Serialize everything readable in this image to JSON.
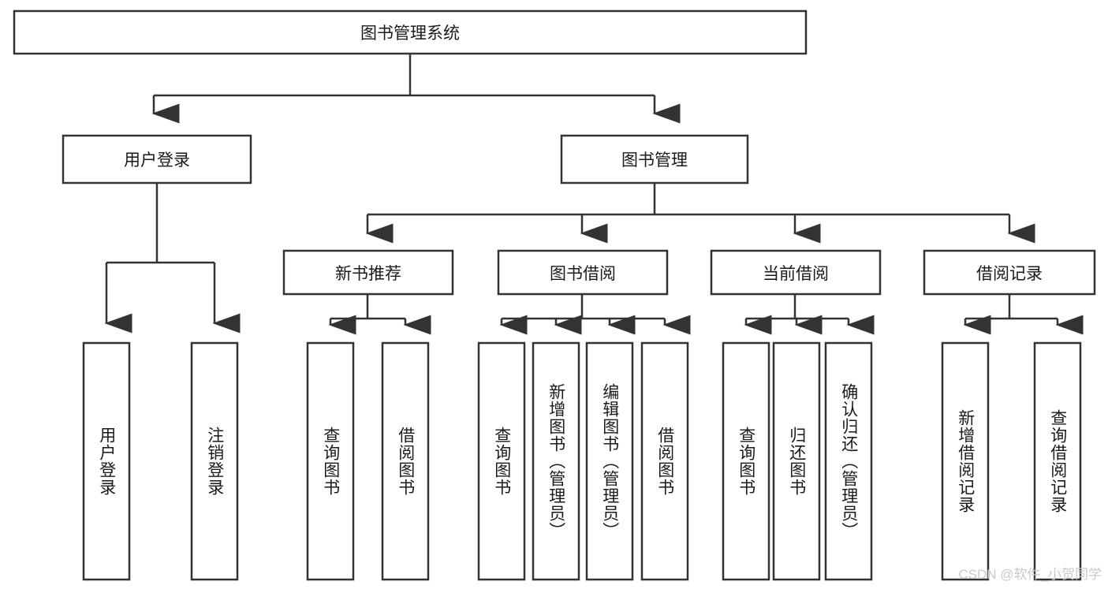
{
  "diagram": {
    "title": "图书管理系统",
    "watermark": "CSDN @软件_小贺同学",
    "colors": {
      "stroke": "#333333",
      "box_fill": "#ffffff",
      "text": "#1a1a1a",
      "watermark": "#c9c9c9",
      "background": "#ffffff"
    },
    "root": {
      "label": "图书管理系统"
    },
    "level2": [
      {
        "label": "用户登录"
      },
      {
        "label": "图书管理"
      }
    ],
    "level3": [
      {
        "label": "新书推荐"
      },
      {
        "label": "图书借阅"
      },
      {
        "label": "当前借阅"
      },
      {
        "label": "借阅记录"
      }
    ],
    "leaves": {
      "user_login": [
        {
          "label": "用户登录"
        },
        {
          "label": "注销登录"
        }
      ],
      "new_book_recommend": [
        {
          "label": "查询图书"
        },
        {
          "label": "借阅图书"
        }
      ],
      "book_borrow": [
        {
          "label": "查询图书"
        },
        {
          "label": "新增图书（管理员）"
        },
        {
          "label": "编辑图书（管理员）"
        },
        {
          "label": "借阅图书"
        }
      ],
      "current_borrow": [
        {
          "label": "查询图书"
        },
        {
          "label": "归还图书"
        },
        {
          "label": "确认归还（管理员）"
        }
      ],
      "borrow_record": [
        {
          "label": "新增借阅记录"
        },
        {
          "label": "查询借阅记录"
        }
      ]
    }
  }
}
